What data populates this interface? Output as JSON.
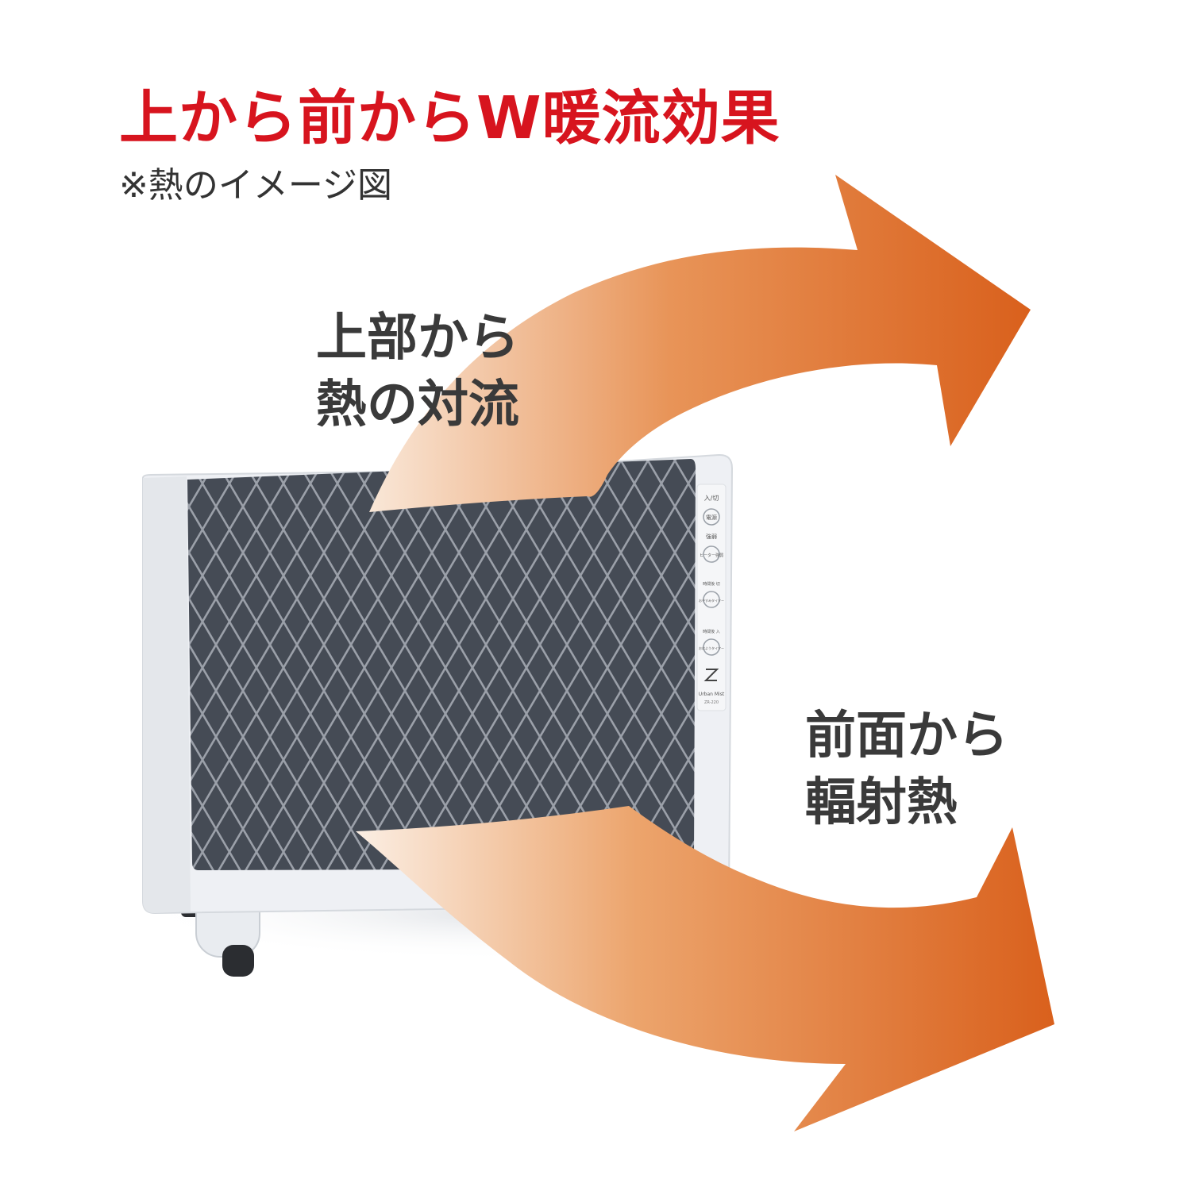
{
  "headline": "上から前からW暖流効果",
  "note": "※熱のイメージ図",
  "labels": {
    "top_line1": "上部から",
    "top_line2": "熱の対流",
    "front_line1": "前面から",
    "front_line2": "輻射熱"
  },
  "panel_buttons": {
    "power_top": "入/切",
    "power": "電源",
    "strength": "強弱",
    "heater_strength": "ヒーター強弱",
    "off_timer_label": "時間後 切",
    "off_timer": "おやすみタイマー",
    "on_timer_label": "時間後 入",
    "on_timer": "おはようタイマー",
    "brand": "Urban Mist",
    "model": "ZR-220"
  },
  "colors": {
    "headline": "#d7141e",
    "label_text": "#3a3a3a",
    "arrow_start": "#f8e3d2",
    "arrow_end": "#d9601c",
    "mesh": "#4c525c",
    "frame": "#eef0f4"
  },
  "icons": {
    "arrow_top": "curved-arrow-right",
    "arrow_bottom": "curved-arrow-right-down"
  }
}
